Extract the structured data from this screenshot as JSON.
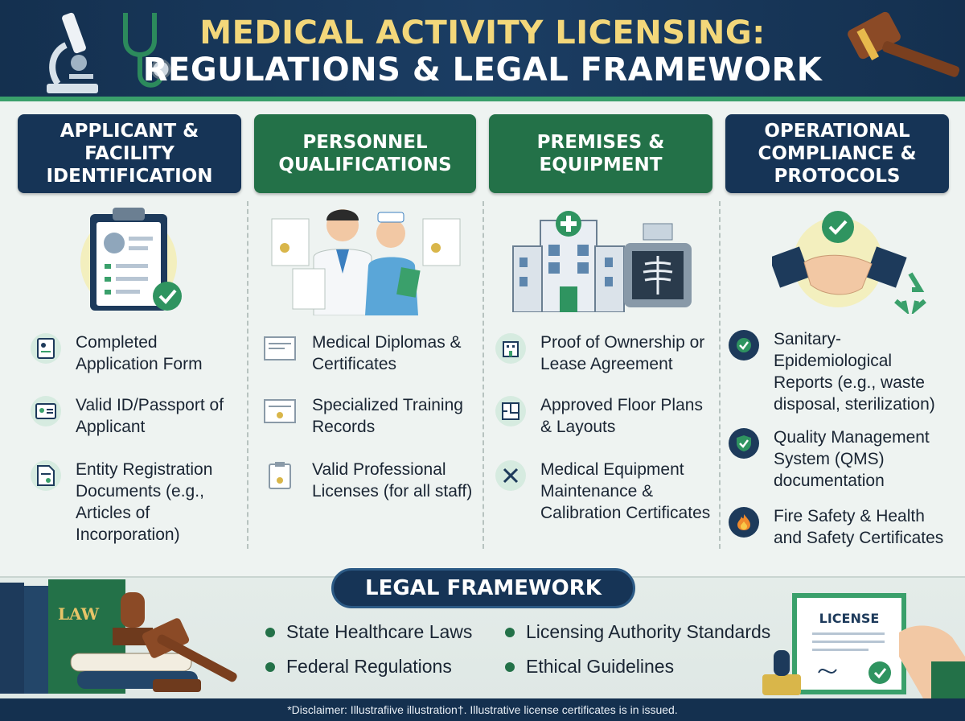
{
  "header": {
    "title_line1": "MEDICAL ACTIVITY LICENSING:",
    "title_line2": "REGULATIONS & LEGAL FRAMEWORK"
  },
  "columns": [
    {
      "title": "APPLICANT & FACILITY IDENTIFICATION",
      "items": [
        "Completed Application Form",
        "Valid ID/Passport of Applicant",
        "Entity Registration Documents (e.g., Articles of Incorporation)"
      ]
    },
    {
      "title": "PERSONNEL QUALIFICATIONS",
      "items": [
        "Medical Diplomas & Certificates",
        "Specialized Training Records",
        "Valid Professional Licenses (for all staff)"
      ]
    },
    {
      "title": "PREMISES & EQUIPMENT",
      "items": [
        "Proof of Ownership or Lease Agreement",
        "Approved Floor Plans & Layouts",
        "Medical Equipment Maintenance & Calibration Certificates"
      ]
    },
    {
      "title": "OPERATIONAL COMPLIANCE & PROTOCOLS",
      "items": [
        "Sanitary-Epidemiological Reports (e.g., waste disposal, sterilization)",
        "Quality Management System (QMS) documentation",
        "Fire Safety & Health and Safety Certificates"
      ]
    }
  ],
  "legal": {
    "title": "LEGAL FRAMEWORK",
    "items": [
      "State Healthcare Laws",
      "Licensing Authority Standards",
      "Federal Regulations",
      "Ethical Guidelines"
    ],
    "book_label": "LAW",
    "certificate_label": "LICENSE"
  },
  "footer": {
    "disclaimer": "*Disclaimer: Illustrafiive illustration†. Illustrative license certificates is in issued."
  },
  "colors": {
    "navy": "#163456",
    "green": "#237148",
    "gold": "#f3d77a"
  },
  "icons": [
    "microscope-icon",
    "stethoscope-icon",
    "gavel-icon",
    "clipboard-icon",
    "doctor-nurse-icon",
    "hospital-icon",
    "xray-icon",
    "handshake-icon",
    "recycle-icon",
    "check-icon",
    "shield-check-icon",
    "flame-icon",
    "certificate-icon",
    "floorplan-icon",
    "tools-icon",
    "id-card-icon",
    "document-icon",
    "law-books-icon"
  ]
}
